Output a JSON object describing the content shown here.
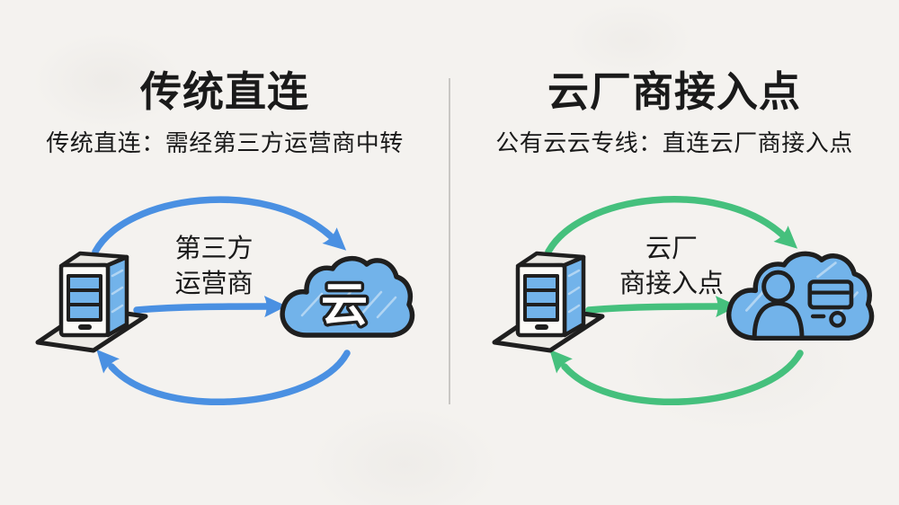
{
  "colors": {
    "background": "#f4f2ef",
    "ink": "#1f1f1f",
    "text": "#1a1a1a",
    "divider": "#c9c7c4",
    "arrow_blue": "#4a90e2",
    "arrow_green": "#45c07d",
    "fill_blue": "#72b3ea",
    "face_front": "#fbfaf7",
    "face_top": "#e9e7e2",
    "platform_gray": "#edebe6",
    "glyph_white": "#ffffff"
  },
  "left": {
    "title": "传统直连",
    "subtitle": "传统直连：需经第三方运营商中转",
    "label_line1": "第三方",
    "label_line2": "运营商",
    "cloud_glyph": "云"
  },
  "right": {
    "title": "云厂商接入点",
    "subtitle": "公有云云专线：直连云厂商接入点",
    "label_line1": "云厂",
    "label_line2": "商接入点"
  },
  "icons": {
    "server": "server-icon",
    "cloud": "cloud-icon",
    "cloud_user": "cloud-user-icon"
  }
}
